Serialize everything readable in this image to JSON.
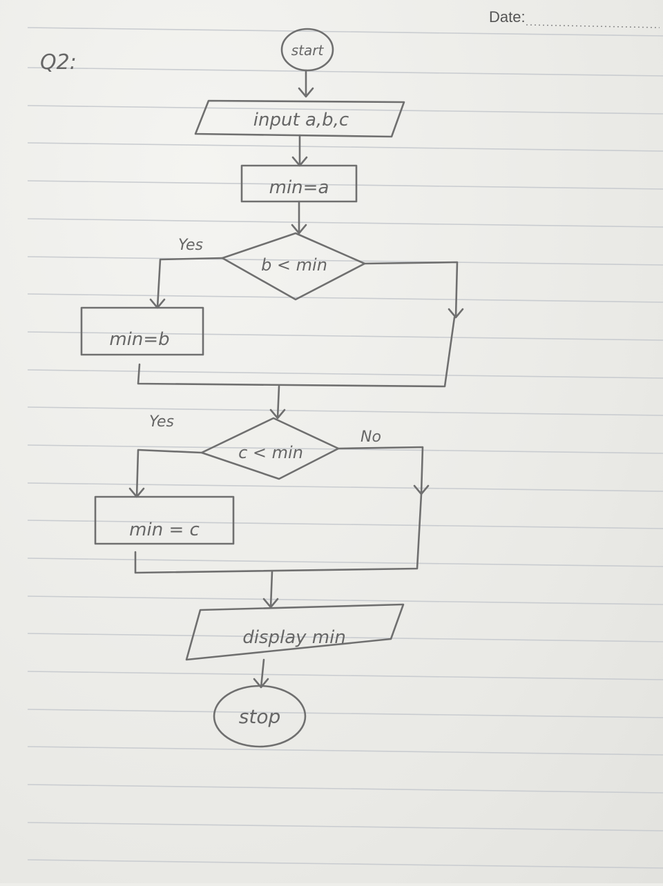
{
  "header": {
    "date_label": "Date:"
  },
  "margin_note": "Q2:",
  "flowchart": {
    "start": "start",
    "input": "input a,b,c",
    "assign_a": "min=a",
    "decision_1": "b < min",
    "decision_1_yes": "Yes",
    "assign_b": "min=b",
    "decision_2": "c < min",
    "decision_2_yes": "Yes",
    "decision_2_no": "No",
    "assign_c": "min = c",
    "output": "display min",
    "stop": "stop"
  }
}
